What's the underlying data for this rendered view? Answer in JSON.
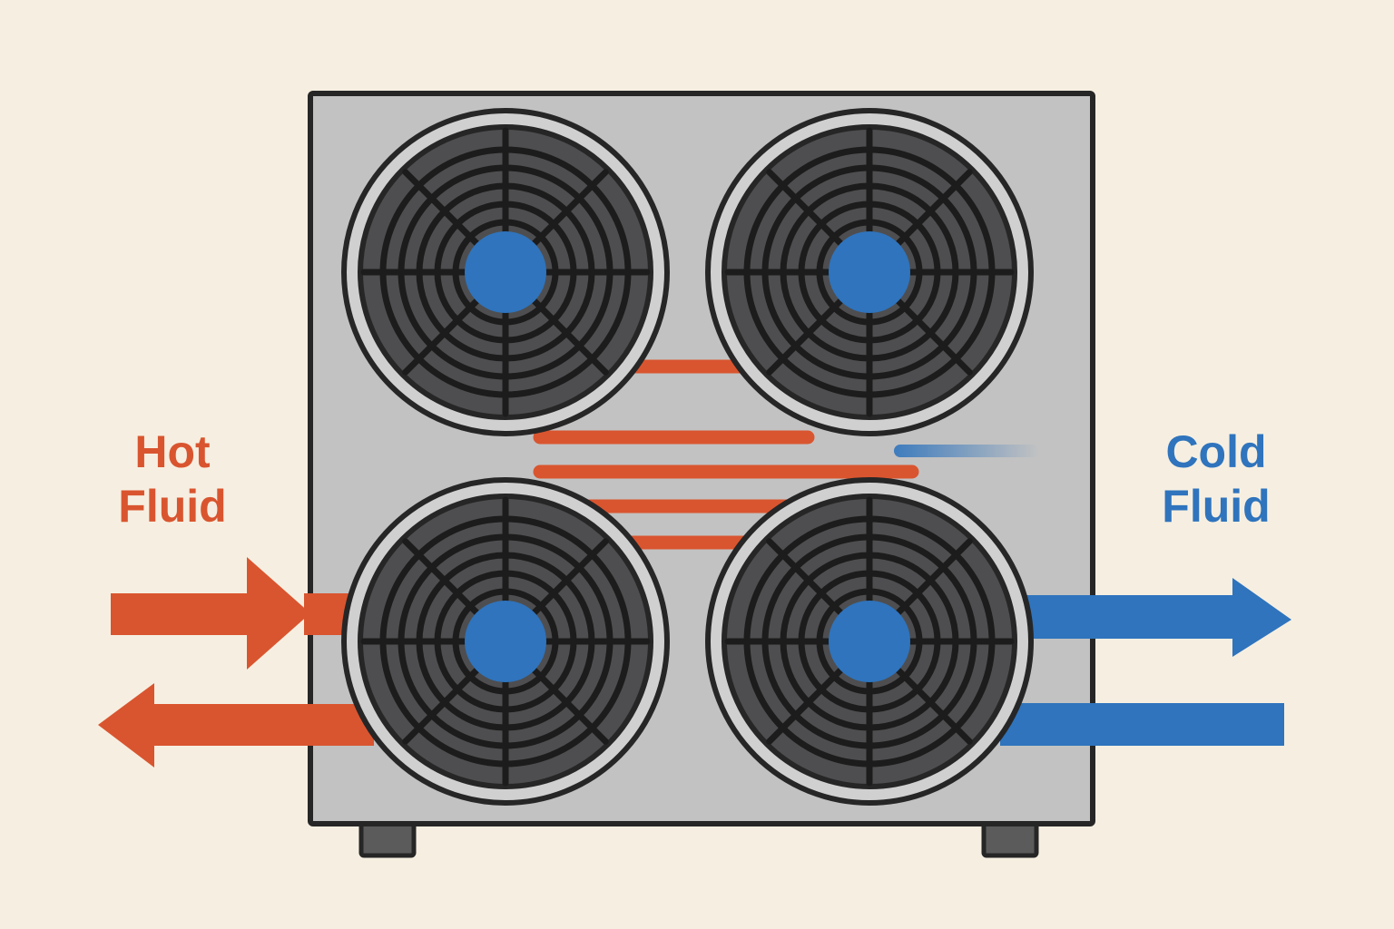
{
  "colors": {
    "background": "#f6efe1",
    "hot": "#d9552f",
    "cold": "#2f74bd",
    "housing": "#c2c2c2",
    "outline": "#262626",
    "fan_grille": "#4e4e50",
    "fan_ring": "#d0d0d0",
    "fan_hub": "#2f74bd"
  },
  "labels": {
    "hot": {
      "line1": "Hot",
      "line2": "Fluid"
    },
    "cold": {
      "line1": "Cold",
      "line2": "Fluid"
    }
  },
  "fans": {
    "count": 4,
    "arrangement": "2x2 grid",
    "grille_rings": 5,
    "spokes": 8
  },
  "coil_tubes": {
    "count": 5,
    "color": "hot"
  },
  "arrows": {
    "hot_in": {
      "direction": "right",
      "color": "hot"
    },
    "hot_out": {
      "direction": "left",
      "color": "hot"
    },
    "cold_out": {
      "direction": "right",
      "color": "cold"
    },
    "cold_line": {
      "direction": "none",
      "color": "cold"
    }
  }
}
